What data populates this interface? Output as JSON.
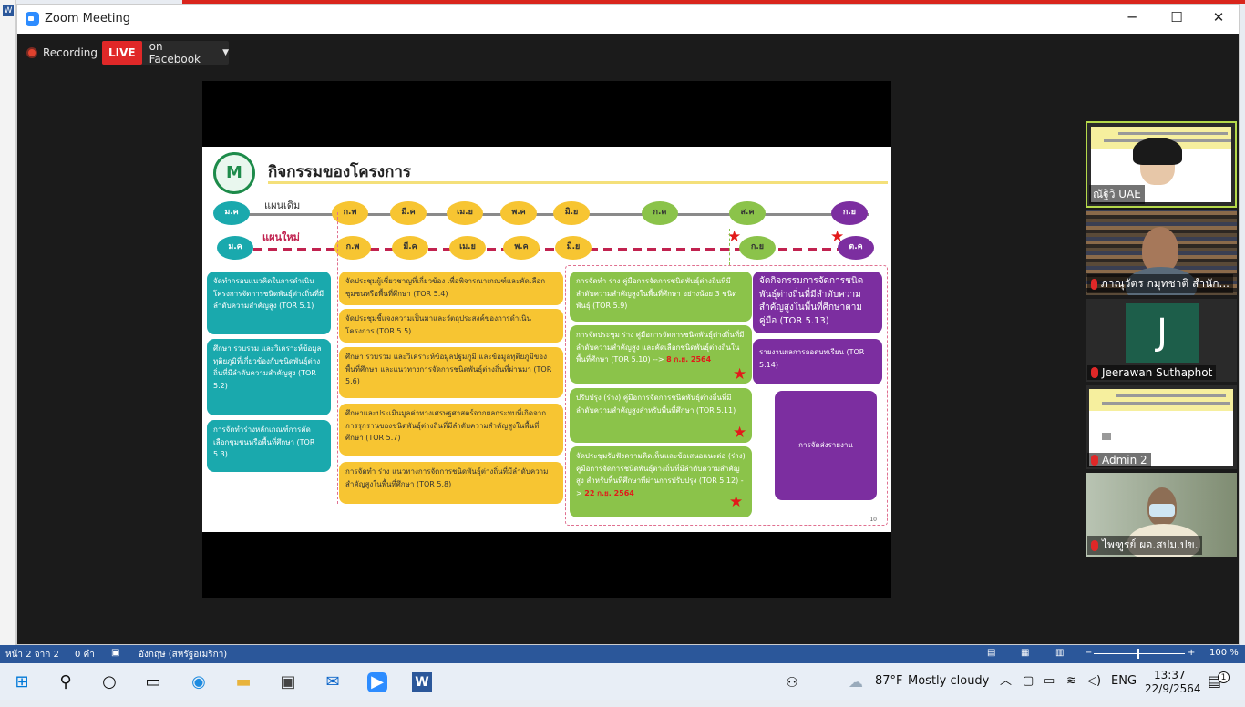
{
  "window": {
    "title": "Zoom Meeting",
    "minimize": "─",
    "maximize": "☐",
    "close": "✕"
  },
  "word": {
    "icon_letter": "W"
  },
  "recording": {
    "label": "Recording",
    "live_badge": "LIVE",
    "live_target": "on Facebook"
  },
  "slide": {
    "logo": "M",
    "title": "กิจกรรมของโครงการ",
    "plan_old": "แผนเดิม",
    "plan_new": "แผนใหม่",
    "old_months": [
      "ม.ค",
      "ก.พ",
      "มี.ค",
      "เม.ย",
      "พ.ค",
      "มิ.ย",
      "ก.ค",
      "ส.ค",
      "ก.ย"
    ],
    "new_months": [
      "ม.ค",
      "ก.พ",
      "มี.ค",
      "เม.ย",
      "พ.ค",
      "มิ.ย",
      "ก.ย",
      "ต.ค"
    ],
    "teal_boxes": [
      "จัดทำกรอบแนวคิดในการดำเนินโครงการจัดการชนิดพันธุ์ต่างถิ่นที่มีลำดับความสำคัญสูง (TOR 5.1)",
      "ศึกษา รวบรวม และวิเคราะห์ข้อมูลทุติยภูมิที่เกี่ยวข้องกับชนิดพันธุ์ต่างถิ่นที่มีลำดับความสำคัญสูง (TOR 5.2)",
      "การจัดทำร่างหลักเกณฑ์การคัดเลือกชุมชนหรือพื้นที่ศึกษา (TOR 5.3)"
    ],
    "yellow_boxes": [
      "จัดประชุมผู้เชี่ยวชาญที่เกี่ยวข้อง เพื่อพิจารณาเกณฑ์และคัดเลือกชุมชนหรือพื้นที่ศึกษา (TOR 5.4)",
      "จัดประชุมชี้แจงความเป็นมาและวัตถุประสงค์ของการดำเนินโครงการ (TOR 5.5)",
      "ศึกษา รวบรวม และวิเคราะห์ข้อมูลปฐมภูมิ และข้อมูลทุติยภูมิของพื้นที่ศึกษา และแนวทางการจัดการชนิดพันธุ์ต่างถิ่นที่ผ่านมา (TOR 5.6)",
      "ศึกษาและประเมินมูลค่าทางเศรษฐศาสตร์จากผลกระทบที่เกิดจากการรุกรานของชนิดพันธุ์ต่างถิ่นที่มีลำดับความสำคัญสูงในพื้นที่ศึกษา (TOR 5.7)",
      "การจัดทำ ร่าง แนวทางการจัดการชนิดพันธุ์ต่างถิ่นที่มีลำดับความสำคัญสูงในพื้นที่ศึกษา (TOR 5.8)"
    ],
    "green_boxes": [
      {
        "text": "การจัดทำ ร่าง คู่มือการจัดการชนิดพันธุ์ต่างถิ่นที่มีลำดับความสำคัญสูงในพื้นที่ศึกษา อย่างน้อย 3 ชนิดพันธุ์ (TOR 5.9)",
        "date": ""
      },
      {
        "text": "การจัดประชุม ร่าง คู่มือการจัดการชนิดพันธุ์ต่างถิ่นที่มีลำดับความสำคัญสูง และคัดเลือกชนิดพันธุ์ต่างถิ่นในพื้นที่ศึกษา (TOR 5.10) -->",
        "date": "8 ก.ย. 2564"
      },
      {
        "text": "ปรับปรุง (ร่าง) คู่มือการจัดการชนิดพันธุ์ต่างถิ่นที่มีลำดับความสำคัญสูงสำหรับพื้นที่ศึกษา (TOR 5.11)",
        "date": ""
      },
      {
        "text": "จัดประชุมรับฟังความคิดเห็นและข้อเสนอแนะต่อ (ร่าง) คู่มือการจัดการชนิดพันธุ์ต่างถิ่นที่มีลำดับความสำคัญสูง สำหรับพื้นที่ศึกษาที่ผ่านการปรับปรุง (TOR 5.12) ->",
        "date": "22 ก.ย. 2564"
      }
    ],
    "purple_boxes": [
      "จัดกิจกรรมการจัดการชนิดพันธุ์ต่างถิ่นที่มีลำดับความสำคัญสูงในพื้นที่ศึกษาตามคู่มือ (TOR 5.13)",
      "รายงานผลการถอดบทเรียน (TOR 5.14)",
      "การจัดส่งรายงาน"
    ],
    "page_number": "10"
  },
  "participants": [
    {
      "name": "ณัฐิวิ UAE",
      "type": "video"
    },
    {
      "name": "ภาณุวัตร กมุทชาติ สำนัก...",
      "type": "video"
    },
    {
      "name": "Jeerawan Suthaphot",
      "type": "avatar",
      "initial": "J"
    },
    {
      "name": "Admin 2",
      "type": "screen"
    },
    {
      "name": "ไพฑูรย์ ผอ.สปม.ปข.",
      "type": "video"
    }
  ],
  "word_status": {
    "page": "หน้า 2 จาก 2",
    "words": "0 คำ",
    "language": "อังกฤษ (สหรัฐอเมริกา)",
    "zoom": "100 %"
  },
  "taskbar": {
    "weather_temp": "87°F",
    "weather_desc": "Mostly cloudy",
    "lang": "ENG",
    "time": "13:37",
    "date": "22/9/2564",
    "notif_count": "1"
  },
  "colors": {
    "teal": "#1aa9ad",
    "yellow": "#f7c532",
    "green": "#8bc34a",
    "purple": "#7c2ea0",
    "live": "#e02828"
  }
}
